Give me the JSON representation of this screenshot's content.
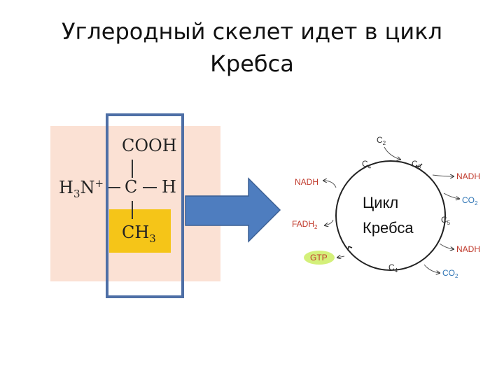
{
  "title": {
    "line1": "Углеродный скелет идет в цикл",
    "line2": "Кребса"
  },
  "molecule": {
    "top_group": "COOH",
    "left_group_main": "H",
    "left_group_sub": "3",
    "left_group_rest": "N",
    "left_group_charge": "+",
    "dash": "—",
    "center": "C",
    "right_group": "H",
    "bottom_group_main": "CH",
    "bottom_group_sub": "3"
  },
  "cycle": {
    "center_label_line1": "Цикл",
    "center_label_line2": "Кребса",
    "top": {
      "main": "C",
      "sub": "2"
    },
    "c4_upper": {
      "main": "C",
      "sub": "4"
    },
    "c6": {
      "main": "C",
      "sub": "6"
    },
    "c5": {
      "main": "C",
      "sub": "5"
    },
    "c4_lower": {
      "main": "C",
      "sub": "4"
    },
    "nadh_left": "NADH",
    "fadh": {
      "main": "FADH",
      "sub": "2"
    },
    "gtp": "GTP",
    "nadh_right_top": "NADH",
    "co2_top": {
      "main": "CO",
      "sub": "2"
    },
    "nadh_right_bottom": "NADH",
    "co2_bottom": {
      "main": "CO",
      "sub": "2"
    }
  },
  "colors": {
    "frame": "#4e6fa6",
    "arrow": "#4e7dbf",
    "molecule_bg": "#fbe1d4",
    "ch3_bg": "#f5c518",
    "red_label": "#c0392b",
    "blue_label": "#2e74b5",
    "gtp_highlight": "#d4f07a"
  }
}
